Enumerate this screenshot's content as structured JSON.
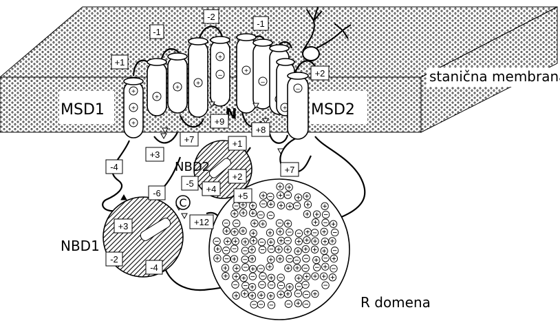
{
  "labels": {
    "membrane": "stanična membrana",
    "msd1": "MSD1",
    "msd2": "MSD2",
    "nbd1": "NBD1",
    "nbd2": "NBD2",
    "r_domain": "R domena",
    "n_terminus": "N",
    "c_terminus": "C"
  },
  "charge_boxes": {
    "b_p1_top": "+1",
    "b_m1_a": "-1",
    "b_m2": "-2",
    "b_m1_b": "-1",
    "b_p2_top": "+2",
    "b_p3_low": "+3",
    "b_p7_a": "+7",
    "b_p9": "+9",
    "b_p8": "+8",
    "b_p1_low": "+1",
    "b_p7_b": "+7",
    "b_m4_a": "-4",
    "b_p2_nbd2": "+2",
    "b_m5": "-5",
    "b_p4": "+4",
    "b_m6": "-6",
    "b_p5": "+5",
    "b_p12": "+12",
    "b_p3_nbd1": "+3",
    "b_m2_nbd1": "-2",
    "b_m4_b": "-4"
  },
  "glyphs": {
    "plus": "⊕",
    "minus": "⊖"
  },
  "colors": {
    "ink": "#000000",
    "paper": "#ffffff"
  }
}
